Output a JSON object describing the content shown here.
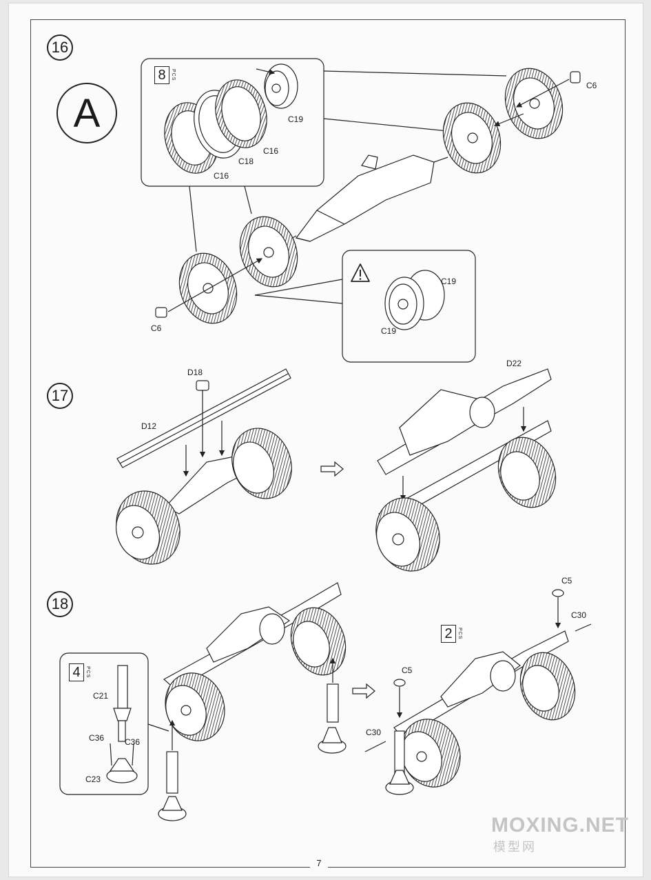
{
  "page_number": "7",
  "watermark": {
    "brand": "MOXING.NET",
    "chinese": "模型网"
  },
  "icons": [
    "warning-triangle-icon",
    "arrow-right-icon"
  ],
  "steps": [
    {
      "number": "16",
      "variant": "A",
      "qty": {
        "count": "8",
        "unit": "PCS"
      },
      "labels": {
        "c6_top": "C6",
        "c19_top": "C19",
        "c16_a": "C16",
        "c18": "C18",
        "c16_b": "C16",
        "c6_bottom": "C6",
        "c19_warn_a": "C19",
        "c19_warn_b": "C19"
      }
    },
    {
      "number": "17",
      "labels": {
        "d18": "D18",
        "d12": "D12",
        "d22": "D22"
      }
    },
    {
      "number": "18",
      "qty_left": {
        "count": "4",
        "unit": "PCS"
      },
      "qty_right": {
        "count": "2",
        "unit": "PCS"
      },
      "labels": {
        "c21": "C21",
        "c36_a": "C36",
        "c36_b": "C36",
        "c23": "C23",
        "c5_top": "C5",
        "c30_top": "C30",
        "c5_mid": "C5",
        "c30_mid": "C30"
      }
    }
  ]
}
